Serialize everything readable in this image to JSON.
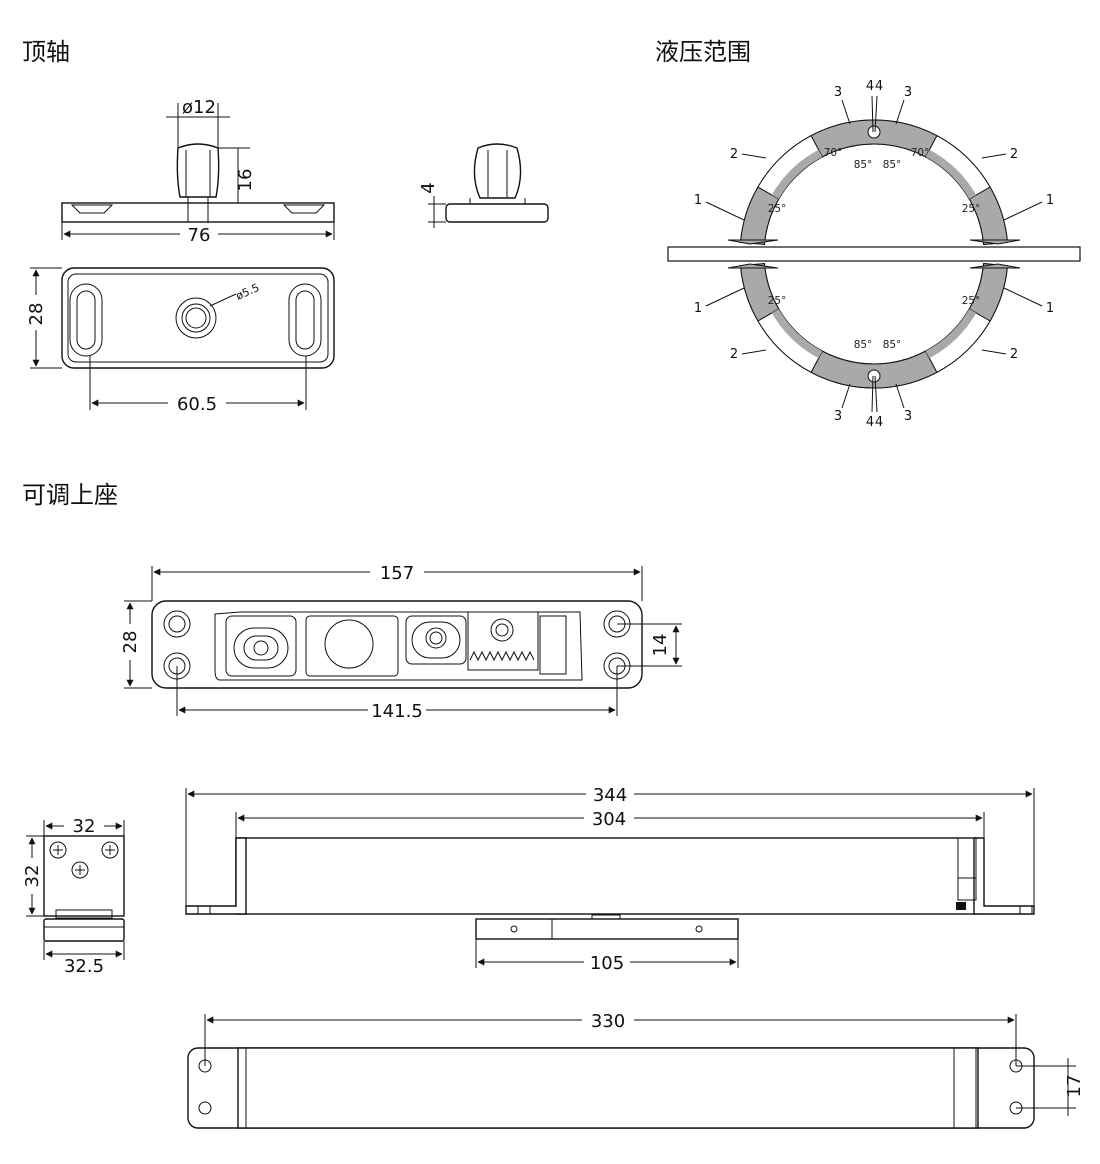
{
  "sections": {
    "top_pivot": "顶轴",
    "hydraulic_range": "液压范围",
    "adjustable_top_seat": "可调上座"
  },
  "top_pivot": {
    "dia_pin": "ø12",
    "pin_height": "16",
    "plate_length": "76",
    "plate_thickness": "4",
    "plate_width": "28",
    "hole_dia": "ø5.5",
    "slot_spacing": "60.5"
  },
  "hydraulic": {
    "zone_labels": {
      "z1": "1",
      "z2": "2",
      "z3": "3",
      "z4": "4"
    },
    "angles": {
      "a25": "25°",
      "a70": "70°",
      "a85": "85°"
    }
  },
  "seat": {
    "length": "157",
    "width": "28",
    "hole_spacing_y": "14",
    "hole_spacing_x": "141.5"
  },
  "body": {
    "side_width": "32",
    "side_height": "32",
    "side_base": "32.5",
    "overall_length": "344",
    "body_length": "304",
    "arm_length": "105",
    "bottom_hole_spacing": "330",
    "bottom_hole_offset": "17"
  }
}
